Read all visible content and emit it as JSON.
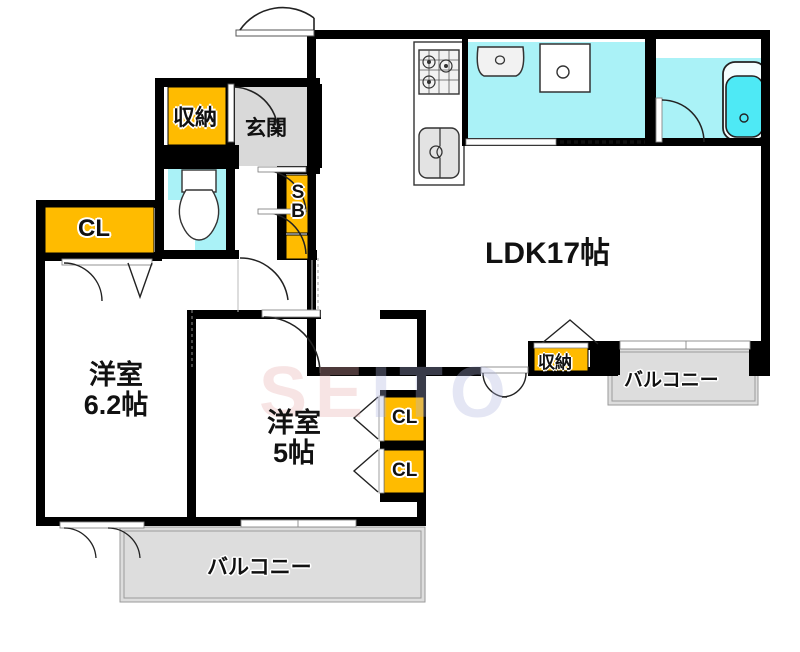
{
  "plan": {
    "type": "apartment-floor-plan",
    "rooms": [
      {
        "id": "ldk",
        "label": "LDK17帖",
        "name": "LDK 17 jo"
      },
      {
        "id": "washitsu1",
        "label": "洋室",
        "sub": "6.2帖",
        "name": "Western room 6.2 jo"
      },
      {
        "id": "washitsu2",
        "label": "洋室",
        "sub": "5帖",
        "name": "Western room 5 jo"
      },
      {
        "id": "genkan",
        "label": "玄関",
        "name": "Entrance"
      }
    ],
    "closets": {
      "cl_main": "CL",
      "cl_upper": "CL",
      "cl_lower": "CL",
      "shuno_entry": "収納",
      "shuno_ldk": "収納",
      "shoebox": {
        "line1": "S",
        "line2": "B"
      }
    },
    "balconies": {
      "south": "バルコニー",
      "east": "バルコニー"
    },
    "colors": {
      "wall": "#000000",
      "closet_fill": "#FFBB00",
      "water_fill": "#AAF2F7",
      "bath_fill": "#4EE9F5",
      "genkan_fill": "#D9D9D9",
      "balcony_fill": "#DDDDDD",
      "room_fill": "#FFFFFF",
      "fixture_fill": "#E3E3E3"
    },
    "watermark": {
      "text_part1": "SE",
      "text_part2": "ITO",
      "logo": "hexagon-box-logo"
    }
  }
}
